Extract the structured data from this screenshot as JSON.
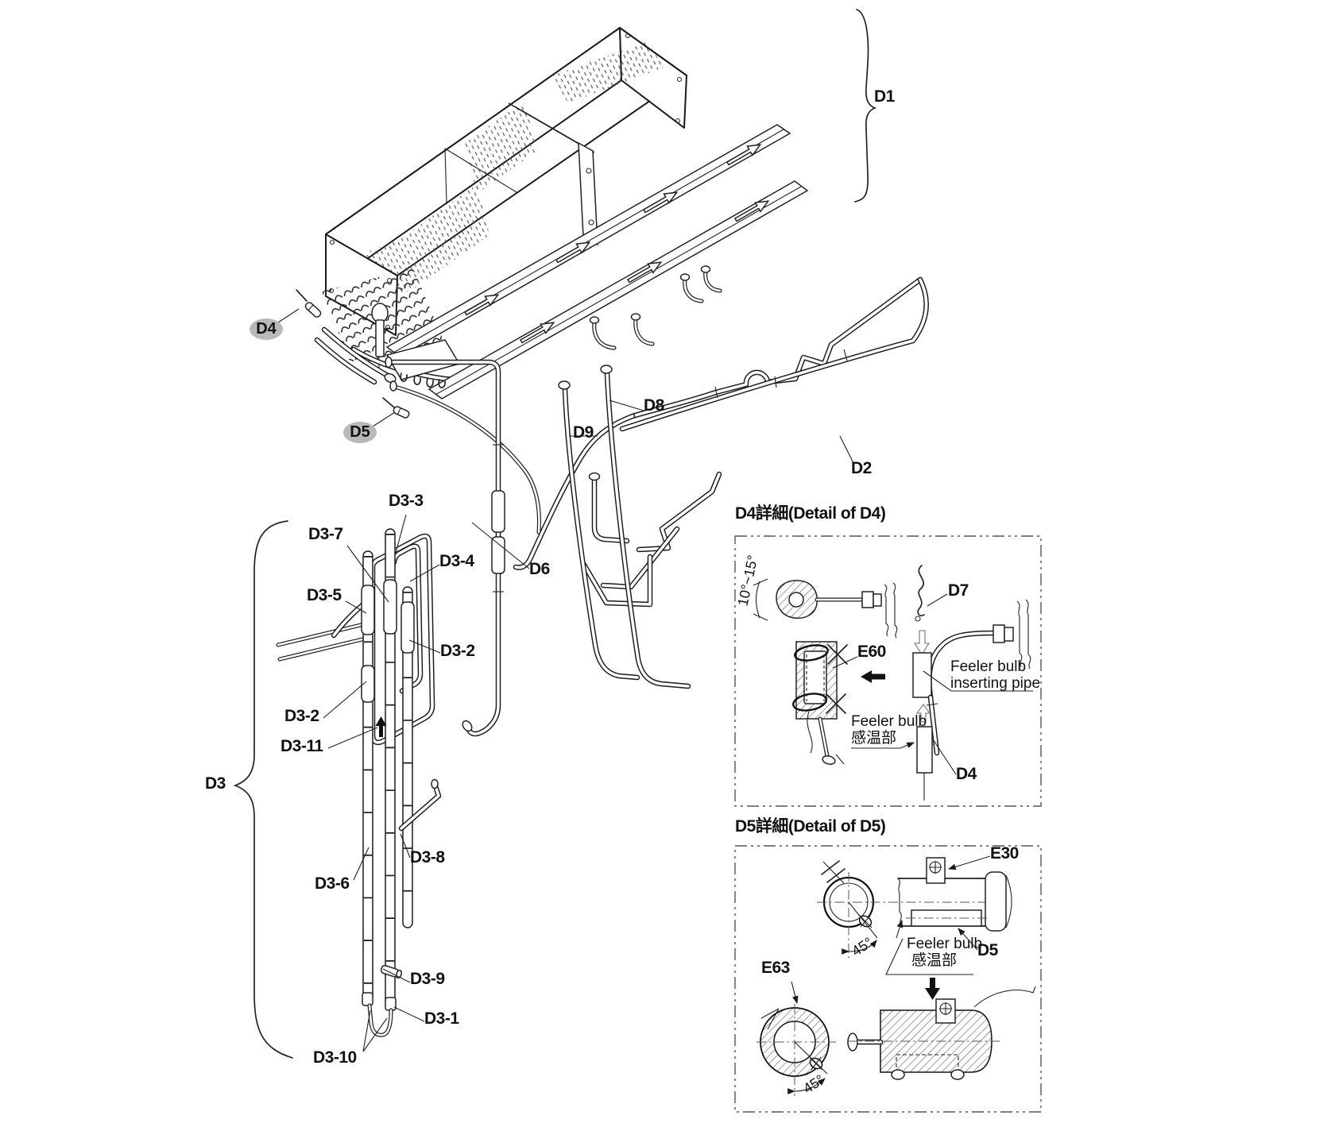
{
  "page": {
    "background": "#ffffff",
    "line_color": "#1a1a1a",
    "callout_ellipse_color": "#b9b9b9"
  },
  "labels": {
    "d1": "D1",
    "d2": "D2",
    "d3": "D3",
    "d4": "D4",
    "d5": "D5",
    "d6": "D6",
    "d7": "D7",
    "d8": "D8",
    "d9": "D9",
    "d3_1": "D3-1",
    "d3_2": "D3-2",
    "d3_3": "D3-3",
    "d3_4": "D3-4",
    "d3_5": "D3-5",
    "d3_6": "D3-6",
    "d3_7": "D3-7",
    "d3_8": "D3-8",
    "d3_9": "D3-9",
    "d3_10": "D3-10",
    "d3_11": "D3-11"
  },
  "detail_d4": {
    "title": "D4詳細(Detail of D4)",
    "angle_range": "10°~15°",
    "e60": "E60",
    "feeler_bulb": "Feeler bulb",
    "feeler_bulb_jp": "感温部",
    "inserting_pipe_line1": "Feeler bulb",
    "inserting_pipe_line2": "inserting pipe"
  },
  "detail_d5": {
    "title": "D5詳細(Detail of D5)",
    "e30": "E30",
    "e63": "E63",
    "angle": "45°",
    "feeler_bulb": "Feeler bulb",
    "feeler_bulb_jp": "感温部"
  }
}
